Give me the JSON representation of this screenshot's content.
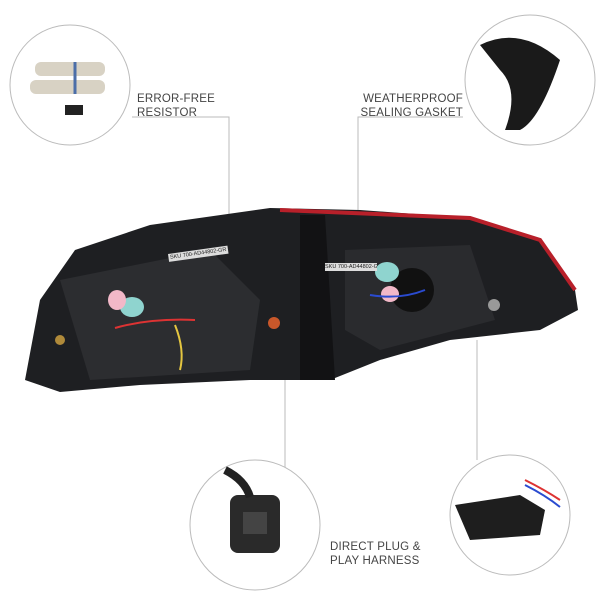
{
  "callouts": {
    "resistor": [
      "ERROR-FREE",
      "RESISTOR"
    ],
    "gasket": [
      "WEATHERPROOF",
      "SEALING GASKET"
    ],
    "harness": [
      "DIRECT PLUG &",
      "PLAY HARNESS"
    ]
  },
  "product_labels": [
    "SKU 700-AD44802-GR",
    "SKU 700-AD44802-GR"
  ],
  "colors": {
    "housing": "#1e1f22",
    "red_trim": "#b8202a",
    "callout_line": "#bbbbbb"
  }
}
